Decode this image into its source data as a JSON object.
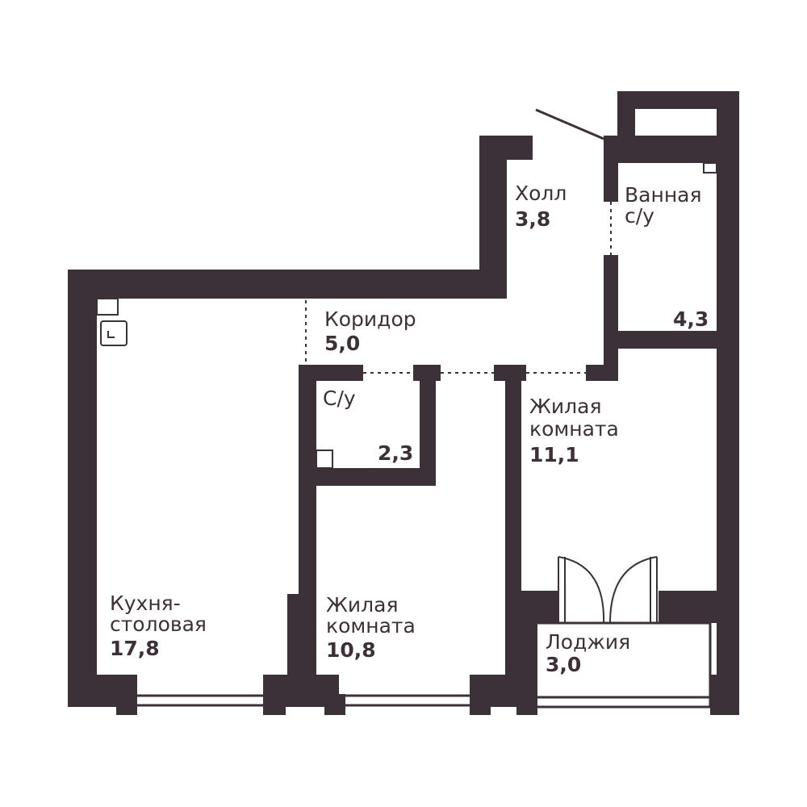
{
  "colors": {
    "wall": "#3d3139",
    "background": "#ffffff"
  },
  "rooms": {
    "hall": {
      "name": "Холл",
      "area": "3,8"
    },
    "bath": {
      "name_line1": "Ванная",
      "name_line2": "с/у",
      "area": "4,3"
    },
    "corridor": {
      "name": "Коридор",
      "area": "5,0"
    },
    "wc": {
      "name": "С/у",
      "area": "2,3"
    },
    "living1": {
      "name_line1": "Жилая",
      "name_line2": "комната",
      "area": "11,1"
    },
    "kitchen": {
      "name_line1": "Кухня-",
      "name_line2": "столовая",
      "area": "17,8"
    },
    "living2": {
      "name_line1": "Жилая",
      "name_line2": "комната",
      "area": "10,8"
    },
    "loggia": {
      "name": "Лоджия",
      "area": "3,0"
    }
  }
}
